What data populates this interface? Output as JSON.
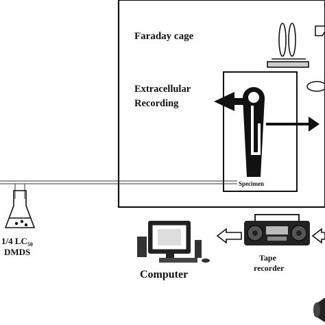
{
  "labels": {
    "faraday_cage": "Faraday cage",
    "extracellular_line1": "Extracellular",
    "extracellular_line2": "Recording",
    "specimen": "Specimen",
    "dose_prefix": "1/4 LC",
    "dose_subscript": "50",
    "dmds": "DMDS",
    "computer": "Computer",
    "tape_line1": "Tape",
    "tape_line2": "recorder"
  },
  "colors": {
    "line": "#111111",
    "background": "#ffffff",
    "device_gray": "#555555"
  },
  "icons": {
    "microscope": "microscope-icon",
    "electrode": "electrode-icon",
    "flask": "flask-icon",
    "computer": "computer-icon",
    "tape_recorder": "boombox-icon",
    "speaker": "speaker-icon"
  }
}
